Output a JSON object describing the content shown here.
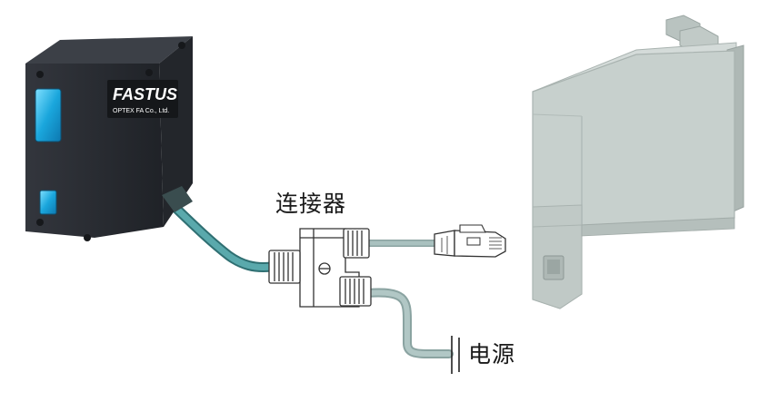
{
  "sensor": {
    "brand": "FASTUS",
    "maker": "OPTEX FA Co., Ltd."
  },
  "labels": {
    "connector": "连接器",
    "power": "电源"
  },
  "colors": {
    "sensor_body": "#2a2d33",
    "sensor_window": "#19a9df",
    "cable_teal": "#4e9da0",
    "cable_gray": "#9fb8b6",
    "controller_body": "#c6cfcc",
    "connector_body": "#ffffff",
    "outline": "#333333"
  },
  "icons": [
    "laser-sensor-icon",
    "y-connector-icon",
    "rj45-plug-icon",
    "controller-unit-icon",
    "power-lines-icon"
  ]
}
